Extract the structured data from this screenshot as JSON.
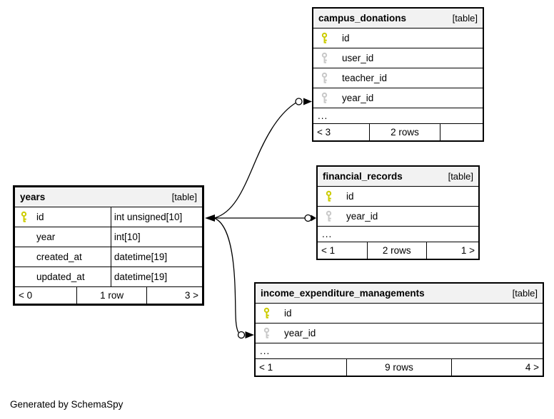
{
  "page": {
    "generated_by": "Generated by SchemaSpy"
  },
  "colors": {
    "header_bg": "#f2f2f2",
    "row_bg": "#ffffff",
    "border": "#000000",
    "primary_key_icon": "#cccc00",
    "foreign_key_icon": "#c9c9c9"
  },
  "tables": [
    {
      "key": "campus_donations",
      "name": "campus_donations",
      "tag": "[table]",
      "focused": false,
      "columns": [
        {
          "name": "id",
          "type": null,
          "icon": "primary-key"
        },
        {
          "name": "user_id",
          "type": null,
          "icon": "foreign-key"
        },
        {
          "name": "teacher_id",
          "type": null,
          "icon": "foreign-key"
        },
        {
          "name": "year_id",
          "type": null,
          "icon": "foreign-key"
        }
      ],
      "ellipsis": "...",
      "footer": {
        "left": "< 3",
        "center": "2 rows",
        "right": ""
      }
    },
    {
      "key": "financial_records",
      "name": "financial_records",
      "tag": "[table]",
      "focused": false,
      "columns": [
        {
          "name": "id",
          "type": null,
          "icon": "primary-key"
        },
        {
          "name": "year_id",
          "type": null,
          "icon": "foreign-key"
        }
      ],
      "ellipsis": "...",
      "footer": {
        "left": "< 1",
        "center": "2 rows",
        "right": "1 >"
      }
    },
    {
      "key": "income_expenditure_managements",
      "name": "income_expenditure_managements",
      "tag": "[table]",
      "focused": false,
      "columns": [
        {
          "name": "id",
          "type": null,
          "icon": "primary-key"
        },
        {
          "name": "year_id",
          "type": null,
          "icon": "foreign-key"
        }
      ],
      "ellipsis": "...",
      "footer": {
        "left": "< 1",
        "center": "9 rows",
        "right": "4 >"
      }
    },
    {
      "key": "years",
      "name": "years",
      "tag": "[table]",
      "focused": true,
      "columns": [
        {
          "name": "id",
          "type": "int unsigned[10]",
          "icon": "primary-key"
        },
        {
          "name": "year",
          "type": "int[10]",
          "icon": null
        },
        {
          "name": "created_at",
          "type": "datetime[19]",
          "icon": null
        },
        {
          "name": "updated_at",
          "type": "datetime[19]",
          "icon": null
        }
      ],
      "ellipsis": null,
      "footer": {
        "left": "< 0",
        "center": "1 row",
        "right": "3 >"
      }
    }
  ],
  "relationships": [
    {
      "parent": "years.id",
      "child": "campus_donations.year_id"
    },
    {
      "parent": "years.id",
      "child": "financial_records.year_id"
    },
    {
      "parent": "years.id",
      "child": "income_expenditure_managements.year_id"
    }
  ]
}
